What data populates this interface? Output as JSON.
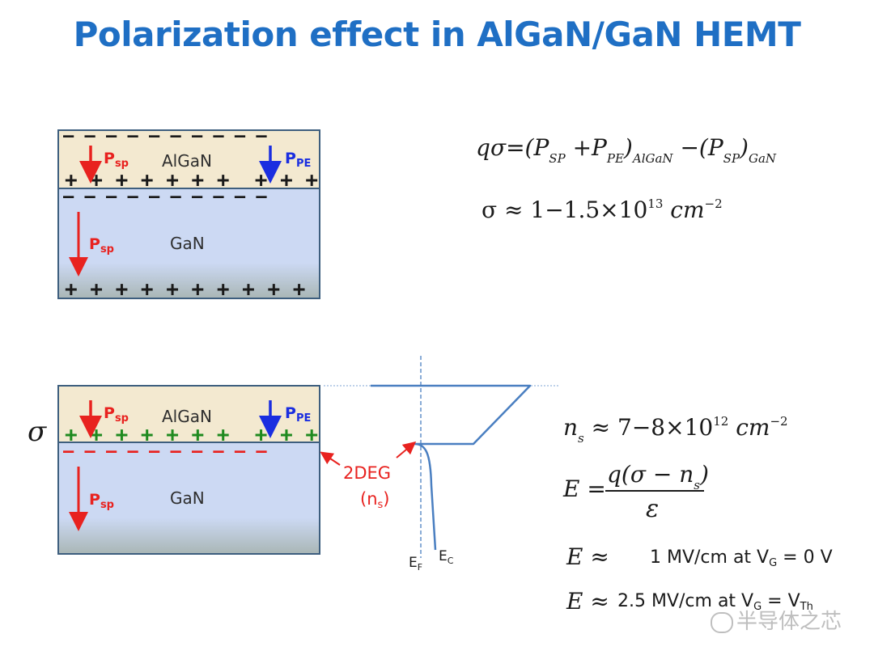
{
  "title": "Polarization effect in AlGaN/GaN HEMT",
  "top_diagram": {
    "algan_label": "AlGaN",
    "gan_label": "GaN",
    "p_sp_main": "P",
    "p_sp_sub": "sp",
    "p_pe_main": "P",
    "p_pe_sub": "PE",
    "charge_top": "— — — — — — — — — —",
    "charge_interface_plus": "+ + + + + + +  + + +",
    "charge_interface_minus": "— — — — — — — — — —",
    "charge_bottom": "+ + + + + + + + + +"
  },
  "bottom_diagram": {
    "sigma_label": "σ",
    "algan_label": "AlGaN",
    "gan_label": "GaN",
    "charge_interface_plus": "+ + + + + + +  + + +",
    "charge_interface_minus": "— — — — — — — — — —",
    "twodeg_label": "2DEG",
    "ns_open": "(n",
    "ns_sub": "s",
    "ns_close": ")",
    "ef_main": "E",
    "ef_sub": "F",
    "ec_main": "E",
    "ec_sub": "C"
  },
  "equations": {
    "eq1": "qσ=(P_SP + P_PE)_AlGaN − (P_SP)_GaN",
    "eq2_lhs": "σ ≈ 1−1.5×10",
    "eq2_exp": "13",
    "eq2_unit": " cm",
    "eq2_unit_exp": "−2",
    "eq3_lhs": "n",
    "eq3_sub": "s",
    "eq3_mid": " ≈ 7−8×10",
    "eq3_exp": "12",
    "eq3_unit": " cm",
    "eq3_unit_exp": "−2",
    "eq4_lhs": "E =",
    "eq4_num": "q(σ − n",
    "eq4_num_sub": "s",
    "eq4_num_close": ")",
    "eq4_den": "ε",
    "eq5_lhs": "E ≈",
    "eq5_text_a": "1 MV/cm at V",
    "eq5_sub": "G",
    "eq5_text_b": " = 0 V",
    "eq6_lhs": "E ≈",
    "eq6_text_a": "2.5 MV/cm at V",
    "eq6_sub": "G",
    "eq6_text_b": " = V",
    "eq6_sub2": "Th"
  },
  "watermark": "半导体之芯",
  "colors": {
    "title": "#1f6fc4",
    "red": "#e8221f",
    "blue": "#1a2ee0",
    "green": "#1f8a1f",
    "band": "#4a7fc1"
  }
}
